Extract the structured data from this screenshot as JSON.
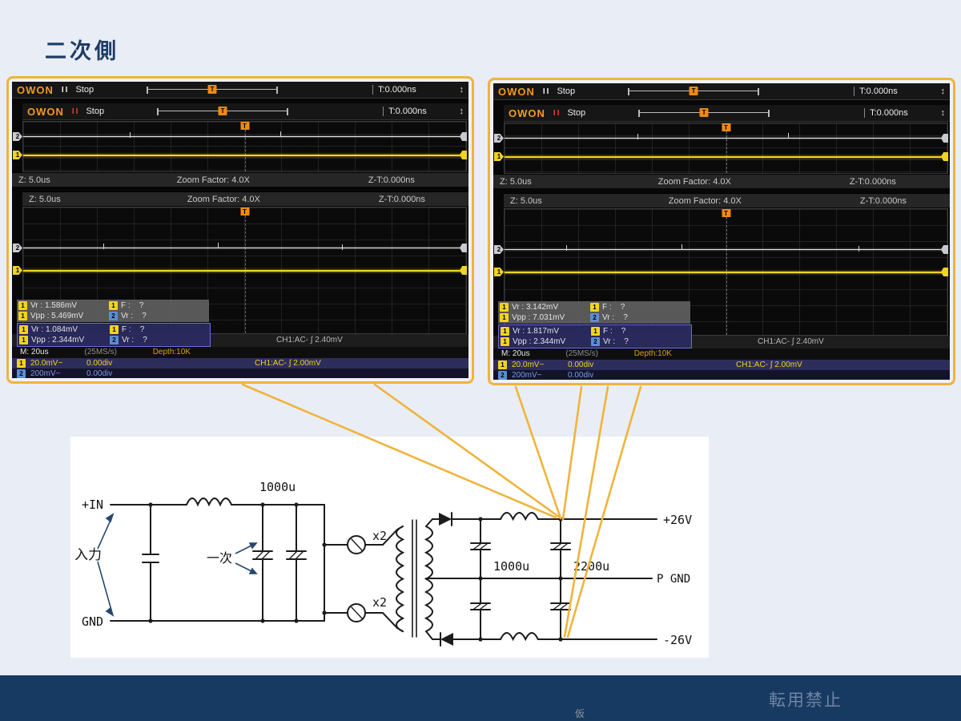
{
  "page": {
    "title": "二次側",
    "footer_note": "転用禁止",
    "footer_small": "仮"
  },
  "scope_common": {
    "logo": "OWON",
    "pause": "II",
    "state": "Stop",
    "trigger_time": "T:0.000ns",
    "trigger_t": "T",
    "updown_icon": "↕",
    "zoom_z": "Z: 5.0us",
    "zoom_factor": "Zoom Factor: 4.0X",
    "zoom_zt": "Z-T:0.000ns",
    "trig_readout_outer": "CH1:AC- ∫ 2.40mV",
    "trig_readout_inner": "CH1:AC- ∫ 2.00mV",
    "acq_timebase": "M: 20us",
    "acq_rate": "(25MS/s)",
    "acq_depth": "Depth:10K",
    "ch1_num": "1",
    "ch1_scale": "20.0mV~",
    "ch1_div": "0.00div",
    "ch2_num": "2",
    "ch2_scale": "200mV~",
    "ch2_div": "0.00div"
  },
  "scopes": [
    {
      "meas_back": {
        "r1c1_ch": "1",
        "r1c1": "Vr : 1.586mV",
        "r1c2_ch": "1",
        "r1c2": "F :    ?",
        "r2c1_ch": "1",
        "r2c1": "Vpp : 5.469mV",
        "r2c2_ch": "2",
        "r2c2": "Vr :    ?"
      },
      "meas_front": {
        "r1c1_ch": "1",
        "r1c1": "Vr : 1.084mV",
        "r1c2_ch": "1",
        "r1c2": "F :    ?",
        "r2c1_ch": "1",
        "r2c1": "Vpp : 2.344mV",
        "r2c2_ch": "2",
        "r2c2": "Vr :    ?"
      }
    },
    {
      "meas_back": {
        "r1c1_ch": "1",
        "r1c1": "Vr : 3.142mV",
        "r1c2_ch": "1",
        "r1c2": "F :    ?",
        "r2c1_ch": "1",
        "r2c1": "Vpp : 7.031mV",
        "r2c2_ch": "2",
        "r2c2": "Vr :    ?"
      },
      "meas_front": {
        "r1c1_ch": "1",
        "r1c1": "Vr : 1.817mV",
        "r1c2_ch": "1",
        "r1c2": "F :    ?",
        "r2c1_ch": "1",
        "r2c1": "Vpp : 2.344mV",
        "r2c2_ch": "2",
        "r2c2": "Vr :    ?"
      }
    }
  ],
  "schematic": {
    "in_pos": "+IN",
    "gnd": "GND",
    "input": "入力",
    "primary": "一次",
    "cap_in": "1000u",
    "x2a": "x2",
    "x2b": "x2",
    "cap_sec1": "1000u",
    "cap_sec2": "2200u",
    "out_pos": "+26V",
    "out_gnd": "P GND",
    "out_neg": "-26V"
  },
  "colors": {
    "accent_yellow": "#f0b43c",
    "trace_yellow": "#f2d321",
    "ch2_blue": "#5b8dd6",
    "footer_navy": "#173a63"
  }
}
